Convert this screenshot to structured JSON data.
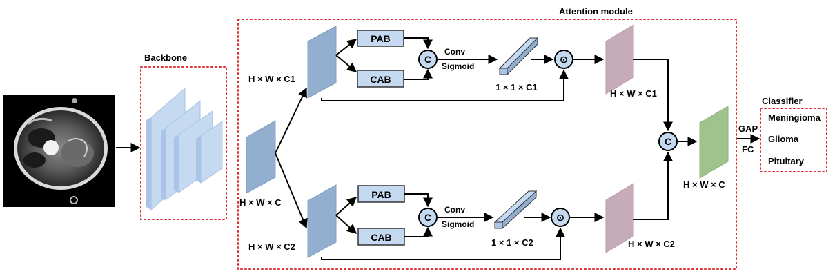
{
  "backbone": {
    "title": "Backbone"
  },
  "attention": {
    "title": "Attention module",
    "input_label": "H × W × C",
    "branch_top": {
      "feature_label": "H × W × C1",
      "pab": "PAB",
      "cab": "CAB",
      "concat": "C",
      "conv": "Conv",
      "sigmoid": "Sigmoid",
      "weight_label": "1 × 1 × C1",
      "multiply": "⊙",
      "output_label": "H × W × C1"
    },
    "branch_bottom": {
      "feature_label": "H × W × C2",
      "pab": "PAB",
      "cab": "CAB",
      "concat": "C",
      "conv": "Conv",
      "sigmoid": "Sigmoid",
      "weight_label": "1 × 1 × C2",
      "multiply": "⊙",
      "output_label": "H × W × C2"
    },
    "final_concat": "C",
    "fused_label": "H × W × C"
  },
  "head": {
    "gap": "GAP",
    "fc": "FC"
  },
  "classifier": {
    "title": "Classifier",
    "classes": [
      "Meningioma",
      "Glioma",
      "Pituitary"
    ]
  },
  "colors": {
    "blue_face": "#93afcf",
    "blue_light": "#c5d9f1",
    "pink_face": "#c6acb8",
    "green_face": "#9fc38c",
    "box_fill": "#c5d9f1",
    "dotted_border": "#e03030"
  },
  "icons": {
    "mri_image": "brain-mri-scan",
    "concat_op": "circle-c",
    "multiply_op": "circle-dot"
  }
}
